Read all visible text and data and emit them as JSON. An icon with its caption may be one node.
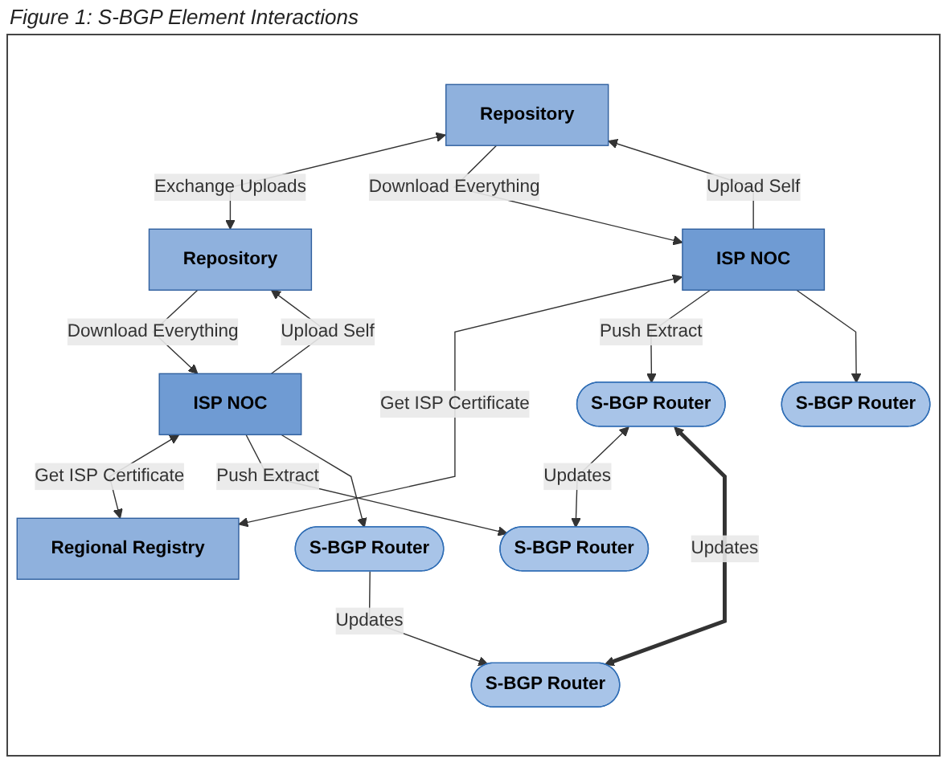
{
  "diagram": {
    "title": "Figure 1: S-BGP Element Interactions",
    "nodes": [
      {
        "text": [
          "Repository"
        ]
      },
      {
        "text": [
          "Repository"
        ]
      },
      {
        "text": [
          "Regional Registry"
        ]
      },
      {
        "text": [
          "ISP NOC"
        ]
      },
      {
        "text": [
          "ISP NOC"
        ]
      },
      {
        "text": [
          "S-BGP Router"
        ]
      },
      {
        "text": [
          "S-BGP Router"
        ]
      },
      {
        "text": [
          "S-BGP Router"
        ]
      },
      {
        "text": [
          "S-BGP Router"
        ]
      },
      {
        "text": [
          "S-BGP Router"
        ]
      }
    ],
    "edges": [
      {
        "from": 0,
        "to": 1,
        "arrow": "both",
        "label": "Exchange Uploads"
      },
      {
        "from": 0,
        "to": 3,
        "arrow": "to",
        "label": "Download Everything"
      },
      {
        "from": 3,
        "to": 0,
        "arrow": "to",
        "label": "Upload Self"
      },
      {
        "from": 1,
        "to": 4,
        "arrow": "to",
        "label": "Download Everything"
      },
      {
        "from": 4,
        "to": 1,
        "arrow": "to",
        "label": "Upload Self"
      },
      {
        "from": 3,
        "to": 2,
        "arrow": "both",
        "label": "Get ISP Certificate"
      },
      {
        "from": 4,
        "to": 2,
        "arrow": "both",
        "label": "Get ISP Certificate"
      },
      {
        "from": 3,
        "to": 5,
        "arrow": "to",
        "label": "Push Extract"
      },
      {
        "from": 3,
        "to": 7,
        "arrow": "to"
      },
      {
        "from": 5,
        "to": 6,
        "arrow": "both",
        "label": "Updates"
      },
      {
        "from": 4,
        "to": 6,
        "arrow": "to",
        "label": "Push Extract"
      },
      {
        "from": 4,
        "to": 9,
        "arrow": "to"
      },
      {
        "from": 5,
        "to": 8,
        "arrow": "both",
        "label": "Updates",
        "style": "thick"
      },
      {
        "from": 9,
        "to": 8,
        "arrow": "to",
        "label": "Updates"
      }
    ]
  }
}
